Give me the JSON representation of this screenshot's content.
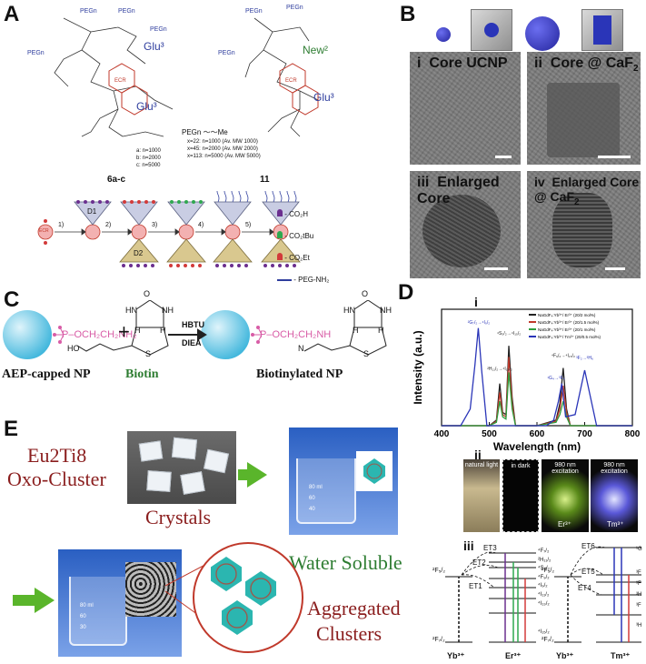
{
  "panels": {
    "A": {
      "label": "A",
      "compound_left": "6a-c",
      "compound_right": "11",
      "glu_left_top": "Glu³",
      "glu_left_bottom": "Glu³",
      "glu_right": "Glu³",
      "new_label": "New²",
      "peg_label": "PEGn",
      "ecr": "ECR",
      "peg_chain": "PEGn",
      "me": "Me",
      "peg_sizes": [
        "x=22: n=1000 (Av. MW 1000)",
        "x=45: n=2000 (Av. MW 2000)",
        "x=113: n=5000 (Av. MW 5000)"
      ],
      "variants": [
        "a: n=1000",
        "b: n=2000",
        "c: n=5000"
      ],
      "dendron_top": "D1",
      "dendron_bottom": "D2",
      "steps": [
        "1)",
        "2)",
        "3)",
        "4)",
        "5)"
      ],
      "legend": [
        "- CO₂H",
        "- CO₂tBu",
        "- CO₂Et",
        "- PEG-NH₂"
      ],
      "legend_colors": [
        "#6b2f8f",
        "#2fa84f",
        "#d23a3a",
        "#2f3e9e"
      ]
    },
    "B": {
      "label": "B",
      "sub_i": "i",
      "sub_i_text": "Core UCNP",
      "sub_ii": "ii",
      "sub_ii_text": "Core @ CaF",
      "sub_ii_sub": "2",
      "sub_iii": "iii",
      "sub_iii_text": "Enlarged Core",
      "sub_iv": "iv",
      "sub_iv_text": "Enlarged Core @ CaF",
      "sub_iv_sub": "2"
    },
    "C": {
      "label": "C",
      "reagent1": "AEP-capped NP",
      "reagent2": "Biotin",
      "product": "Biotinylated NP",
      "cond1": "HBTU",
      "cond2": "DIEA",
      "plus": "+",
      "linker": "P–OCH₂CH₂NH₂",
      "linker_product": "P–OCH₂CH₂NH",
      "atom_h": "H",
      "atom_s": "S",
      "atom_o": "O",
      "atom_ho": "HO",
      "atom_hn": "HN",
      "atom_nh": "NH",
      "atom_n": "N"
    },
    "D": {
      "label": "D",
      "sub_i": "i",
      "sub_ii": "ii",
      "sub_iii": "iii",
      "xlabel": "Wavelength (nm)",
      "ylabel": "Intensity (a.u.)",
      "legend": [
        "NaGdF₄:Yb³⁺/ Er³⁺ (20/2 mol%)",
        "NaGdF₄:Yb³⁺/ Er³⁺ (20/1.5 mol%)",
        "NaGdF₄:Yb³⁺/ Er³⁺ (20/1 mol%)",
        "NaGdF₄:Yb³⁺/ Tm³⁺ (20/0.5 mol%)"
      ],
      "photo_labels": [
        "natural light",
        "in dark",
        "980 nm excitation",
        "980 nm excitation"
      ],
      "photo_ions": [
        "Er³⁺",
        "Tm³⁺"
      ],
      "energy_labels": {
        "et": [
          "ET3",
          "ET2",
          "ET1",
          "ET6",
          "ET5",
          "ET4"
        ],
        "ions": [
          "Yb³⁺",
          "Er³⁺",
          "Yb³⁺",
          "Tm³⁺"
        ],
        "yb_levels": [
          "²F₅/₂",
          "²F₇/₂"
        ],
        "er_levels": [
          "⁴F₇/₂",
          "²H₁₁/₂",
          "⁴S₃/₂",
          "⁴F₉/₂",
          "⁴I₉/₂",
          "⁴I₁₁/₂",
          "⁴I₁₃/₂",
          "⁴I₁₅/₂"
        ],
        "tm_levels": [
          "¹G",
          "³F",
          "³F",
          "³H",
          "³F",
          "³H"
        ]
      },
      "peak_labels": [
        "²G₇/₂→⁴I₉/₂",
        "²H₁₁/₂→⁴I₁₅/₂",
        "⁴S₃/₂→⁴I₁₅/₂",
        "¹G₄→³F₄",
        "⁴F₉/₂→⁴I₁₅/₂",
        "³F₂→³H₆"
      ]
    },
    "E": {
      "label": "E",
      "title_line1": "Eu2Ti8",
      "title_line2": "Oxo-Cluster",
      "crystals": "Crystals",
      "water_soluble": "Water Soluble",
      "aggregated_line1": "Aggregated",
      "aggregated_line2": "Clusters",
      "beaker_marks": [
        "80 ml",
        "60",
        "40",
        "30"
      ]
    }
  },
  "chart_data": {
    "type": "line",
    "xlabel": "Wavelength (nm)",
    "ylabel": "Intensity (a.u.)",
    "xlim": [
      400,
      800
    ],
    "xticks": [
      400,
      500,
      600,
      700,
      800
    ],
    "series": [
      {
        "name": "NaGdF₄:Yb³⁺/ Er³⁺ (20/2 mol%)",
        "color": "#222222",
        "x": [
          400,
          500,
          515,
          522,
          528,
          535,
          541,
          548,
          555,
          600,
          640,
          648,
          655,
          662,
          670,
          800
        ],
        "y": [
          0,
          0,
          0.05,
          0.38,
          0.12,
          0.1,
          0.72,
          0.25,
          0,
          0,
          0.05,
          0.2,
          0.52,
          0.15,
          0,
          0
        ]
      },
      {
        "name": "NaGdF₄:Yb³⁺/ Er³⁺ (20/1.5 mol%)",
        "color": "#c0392b",
        "x": [
          400,
          500,
          515,
          522,
          528,
          535,
          541,
          548,
          555,
          600,
          640,
          648,
          655,
          662,
          670,
          800
        ],
        "y": [
          0,
          0,
          0.04,
          0.3,
          0.1,
          0.08,
          0.62,
          0.2,
          0,
          0,
          0.04,
          0.15,
          0.36,
          0.12,
          0,
          0
        ]
      },
      {
        "name": "NaGdF₄:Yb³⁺/ Er³⁺ (20/1 mol%)",
        "color": "#2e9e3e",
        "x": [
          400,
          500,
          515,
          522,
          528,
          535,
          541,
          548,
          555,
          600,
          640,
          648,
          655,
          662,
          670,
          800
        ],
        "y": [
          0,
          0,
          0.03,
          0.22,
          0.08,
          0.06,
          0.48,
          0.15,
          0,
          0,
          0.03,
          0.1,
          0.22,
          0.08,
          0,
          0
        ]
      },
      {
        "name": "NaGdF₄:Yb³⁺/ Tm³⁺ (20/0.5 mol%)",
        "color": "#2a35b8",
        "x": [
          400,
          440,
          460,
          470,
          477,
          484,
          495,
          620,
          635,
          645,
          652,
          660,
          680,
          690,
          700,
          710,
          725,
          800
        ],
        "y": [
          0,
          0,
          0.15,
          0.55,
          0.88,
          0.5,
          0,
          0,
          0.05,
          0.22,
          0.38,
          0.08,
          0.1,
          0.3,
          0.5,
          0.3,
          0,
          0
        ]
      }
    ]
  }
}
